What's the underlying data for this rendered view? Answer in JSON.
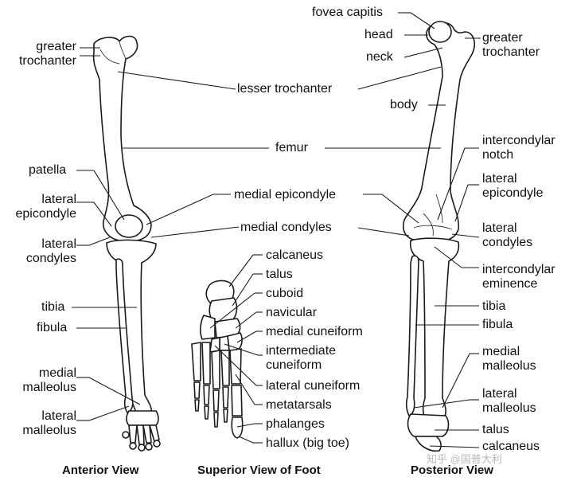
{
  "anterior": {
    "greater_trochanter": "greater\ntrochanter",
    "patella": "patella",
    "lateral_epicondyle": "lateral\nepicondyle",
    "lateral_condyles": "lateral\ncondyles",
    "tibia": "tibia",
    "fibula": "fibula",
    "medial_malleolus": "medial\nmalleolus",
    "lateral_malleolus": "lateral\nmalleolus",
    "caption": "Anterior View"
  },
  "shared": {
    "lesser_trochanter": "lesser trochanter",
    "femur": "femur",
    "medial_epicondyle": "medial epicondyle",
    "medial_condyles": "medial condyles"
  },
  "foot": {
    "calcaneus": "calcaneus",
    "talus": "talus",
    "cuboid": "cuboid",
    "navicular": "navicular",
    "medial_cuneiform": "medial cuneiform",
    "intermediate_cuneiform": "intermediate\ncuneiform",
    "lateral_cuneiform": "lateral cuneiform",
    "metatarsals": "metatarsals",
    "phalanges": "phalanges",
    "hallux": "hallux (big toe)",
    "caption": "Superior View of Foot"
  },
  "posterior": {
    "fovea_capitis": "fovea capitis",
    "head": "head",
    "neck": "neck",
    "greater_trochanter": "greater\ntrochanter",
    "body": "body",
    "intercondylar_notch": "intercondylar\nnotch",
    "lateral_epicondyle": "lateral\nepicondyle",
    "lateral_condyles": "lateral\ncondyles",
    "intercondylar_eminence": "intercondylar\neminence",
    "tibia": "tibia",
    "fibula": "fibula",
    "medial_malleolus": "medial\nmalleolus",
    "lateral_malleolus": "lateral\nmalleolus",
    "talus": "talus",
    "calcaneus": "calcaneus",
    "caption": "Posterior View"
  },
  "watermark": "知乎 @国普大利"
}
